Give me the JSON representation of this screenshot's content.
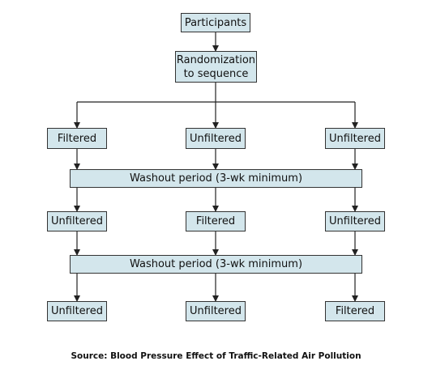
{
  "diagram": {
    "participants": "Participants",
    "randomization_line1": "Randomization",
    "randomization_line2": "to sequence",
    "period1": [
      "Filtered",
      "Unfiltered",
      "Unfiltered"
    ],
    "washout1": "Washout period (3-wk minimum)",
    "period2": [
      "Unfiltered",
      "Filtered",
      "Unfiltered"
    ],
    "washout2": "Washout period (3-wk minimum)",
    "period3": [
      "Unfiltered",
      "Unfiltered",
      "Filtered"
    ]
  },
  "source": "Source: Blood Pressure Effect of Traffic-Related Air Pollution",
  "colors": {
    "box_fill": "#d3e6ec",
    "line": "#222222"
  }
}
